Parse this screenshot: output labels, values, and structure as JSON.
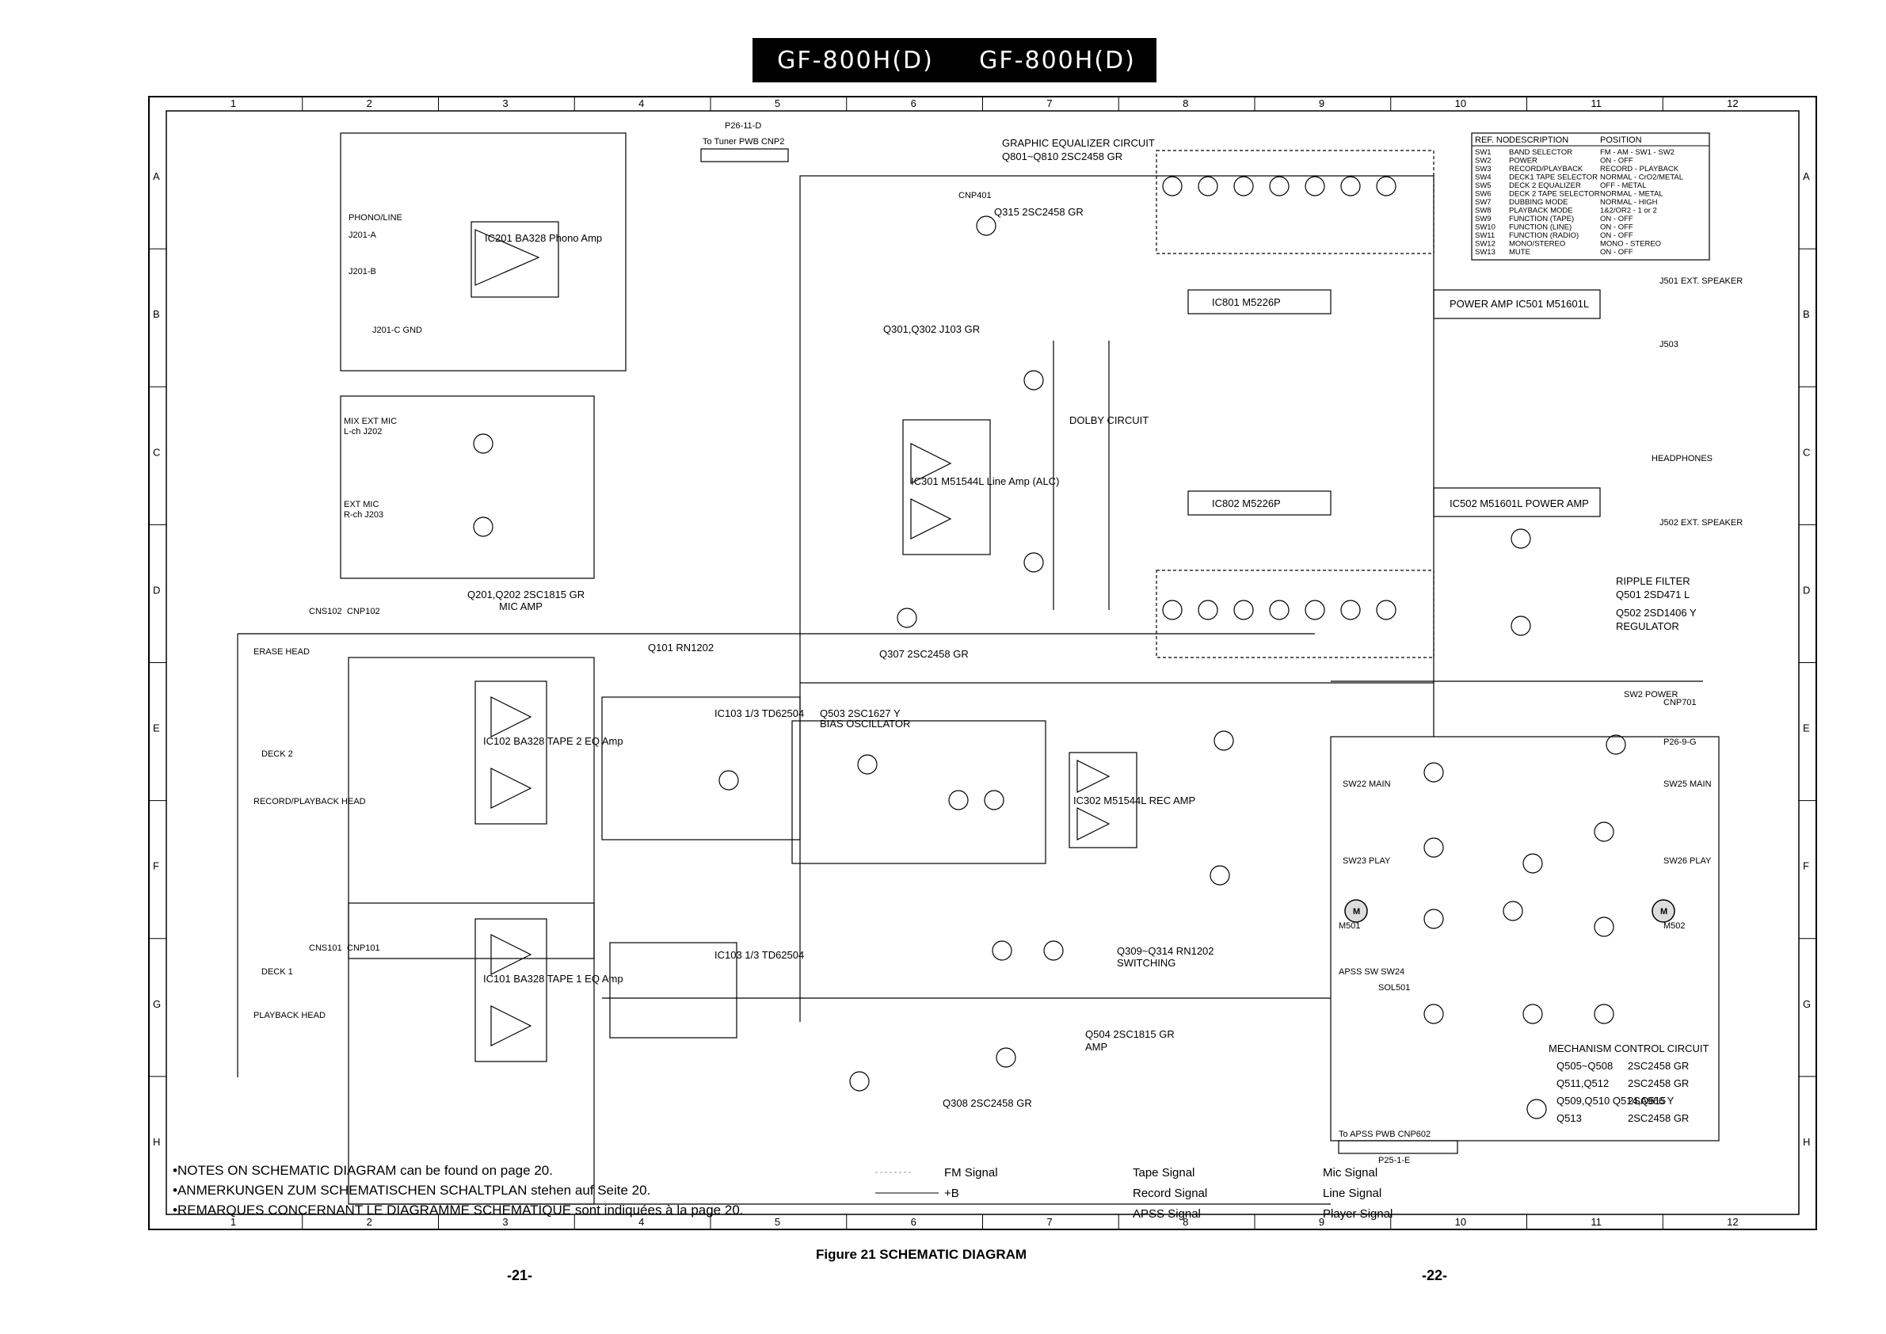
{
  "header": {
    "title_left": "GF-800H(D)",
    "title_right": "GF-800H(D)"
  },
  "grid": {
    "columns": [
      "1",
      "2",
      "3",
      "4",
      "5",
      "6",
      "7",
      "8",
      "9",
      "10",
      "11",
      "12"
    ],
    "rows": [
      "A",
      "B",
      "C",
      "D",
      "E",
      "F",
      "G",
      "H"
    ]
  },
  "blocks": {
    "graphic_eq": "GRAPHIC EQUALIZER CIRCUIT",
    "graphic_eq_sub": "Q801~Q810  2SC2458  GR",
    "q315": "Q315  2SC2458  GR",
    "q301": "Q301,Q302  J103  GR",
    "ic801": "IC801  M5226P",
    "ic802": "IC802  M5226P",
    "ic501": "POWER AMP IC501  M51601L",
    "ic502": "IC502  M51601L POWER AMP",
    "ic201": "IC201 BA328 Phono Amp",
    "ic301": "IC301 M51544L Line Amp (ALC)",
    "q201": "Q201,Q202  2SC1815  GR",
    "mic_amp": "MIC AMP",
    "q101": "Q101  RN1202",
    "q307": "Q307  2SC2458  GR",
    "q503": "Q503  2SC1627  Y",
    "bias_osc": "BIAS OSCILLATOR",
    "ic102": "IC102 BA328 TAPE 2 EQ Amp",
    "ic101": "IC101 BA328 TAPE 1 EQ Amp",
    "ic103a": "IC103 1/3 TD62504",
    "ic103b": "IC103 1/3 TD62504",
    "ic302": "IC302 M51544L REC AMP",
    "q309": "Q309~Q314  RN1202",
    "switching": "SWITCHING",
    "q504": "Q504  2SC1815  GR",
    "q504_amp": "AMP",
    "q308": "Q308  2SC2458  GR",
    "dolby": "DOLBY CIRCUIT",
    "ripple": "RIPPLE FILTER",
    "q501": "Q501   2SD471  L",
    "q502": "Q502   2SD1406  Y",
    "regulator": "REGULATOR",
    "mechanism": "MECHANISM CONTROL CIRCUIT",
    "mech_rows": [
      [
        "Q505~Q508",
        "2SC2458  GR"
      ],
      [
        "Q511,Q512",
        "2SC2458  GR"
      ],
      [
        "Q509,Q510 Q514,Q515",
        "2SA966  Y"
      ],
      [
        "Q513",
        "2SC2458  GR"
      ]
    ]
  },
  "connectors": {
    "phono_line": "PHONO/LINE",
    "j201a": "J201-A",
    "j201b": "J201-B",
    "j201c": "J201-C GND",
    "mix_ext_mic": "MIX EXT MIC",
    "l_ch": "L-ch  J202",
    "ext_mic": "EXT MIC",
    "r_ch": "R-ch  J203",
    "erase": "ERASE HEAD",
    "deck2": "DECK 2",
    "rec_play_head": "RECORD/PLAYBACK HEAD",
    "deck1": "DECK 1",
    "playback_head": "PLAYBACK HEAD",
    "cns102": "CNS102",
    "cnp102": "CNP102",
    "cns101": "CNS101",
    "cnp101": "CNP101",
    "to_tuner": "To Tuner  PWB  CNP2",
    "p26": "P26-11-D",
    "cnp401": "CNP401",
    "j501": "J501 EXT. SPEAKER",
    "j503": "J503",
    "headphones": "HEADPHONES",
    "j502": "J502 EXT. SPEAKER",
    "sw2": "SW2 POWER",
    "cnp701": "CNP701",
    "p269g": "P26-9-G",
    "to_apss": "To APSS PWB  CNP602",
    "p251": "P25-1-E",
    "m501": "M501",
    "m502": "M502",
    "sol501": "SOL501",
    "sw22": "SW22 MAIN",
    "sw23": "SW23 PLAY",
    "sw24": "APSS SW SW24",
    "sw25": "SW25 MAIN",
    "sw26": "SW26 PLAY"
  },
  "switch_table": {
    "headers": [
      "REF. NO.",
      "DESCRIPTION",
      "POSITION"
    ],
    "rows": [
      [
        "SW1",
        "BAND SELECTOR",
        "FM - AM - SW1 - SW2"
      ],
      [
        "SW2",
        "POWER",
        "ON - OFF"
      ],
      [
        "SW3",
        "RECORD/PLAYBACK",
        "RECORD - PLAYBACK"
      ],
      [
        "SW4",
        "DECK1 TAPE SELECTOR",
        "NORMAL - CrO2/METAL"
      ],
      [
        "SW5",
        "DECK 2 EQUALIZER",
        "OFF - METAL"
      ],
      [
        "SW6",
        "DECK 2 TAPE SELECTOR",
        "NORMAL - METAL"
      ],
      [
        "SW7",
        "DUBBING MODE",
        "NORMAL - HIGH"
      ],
      [
        "SW8",
        "PLAYBACK MODE",
        "1&2/OR2 - 1 or 2"
      ],
      [
        "SW9",
        "FUNCTION (TAPE)",
        "ON - OFF"
      ],
      [
        "SW10",
        "FUNCTION (LINE)",
        "ON - OFF"
      ],
      [
        "SW11",
        "FUNCTION (RADIO)",
        "ON - OFF"
      ],
      [
        "SW12",
        "MONO/STEREO",
        "MONO - STEREO"
      ],
      [
        "SW13",
        "MUTE",
        "ON - OFF"
      ]
    ]
  },
  "notes": [
    "•NOTES ON SCHEMATIC DIAGRAM can be found on page 20.",
    "•ANMERKUNGEN ZUM SCHEMATISCHEN SCHALTPLAN stehen auf Seite 20.",
    "•REMARQUES CONCERNANT LE DIAGRAMME SCHEMATIQUE sont indiquées à la page 20."
  ],
  "legend": {
    "fm": "FM Signal",
    "plusb": "+B",
    "tape": "Tape Signal",
    "record": "Record Signal",
    "apss": "APSS Signal",
    "mic": "Mic Signal",
    "line": "Line Signal",
    "player": "Player Signal"
  },
  "caption": "Figure 21 SCHEMATIC DIAGRAM",
  "pages": {
    "left": "-21-",
    "right": "-22-"
  }
}
